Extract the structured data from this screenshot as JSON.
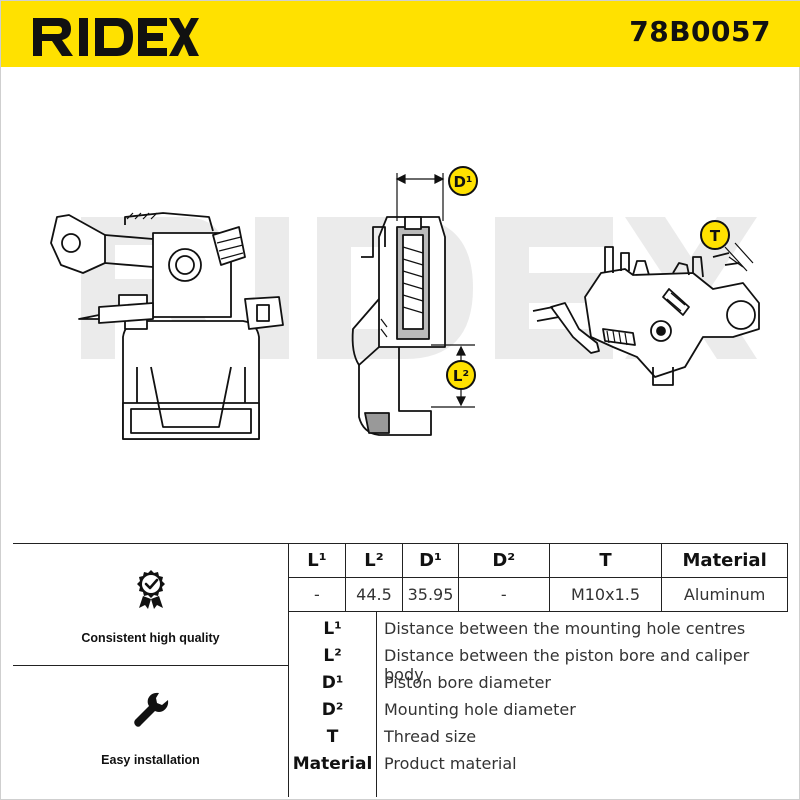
{
  "header": {
    "brand": "RIDEX",
    "part_number": "78B0057",
    "background_color": "#ffe100"
  },
  "drawing": {
    "watermark": "RIDEX",
    "callouts": {
      "d1": "D¹",
      "l2": "L²",
      "t": "T"
    }
  },
  "features": [
    {
      "icon": "quality-check-badge-icon",
      "label": "Consistent high quality"
    },
    {
      "icon": "wrench-icon",
      "label": "Easy installation"
    }
  ],
  "spec_table": {
    "headers": [
      "L¹",
      "L²",
      "D¹",
      "D²",
      "T",
      "Material"
    ],
    "values": [
      "-",
      "44.5",
      "35.95",
      "-",
      "M10x1.5",
      "Aluminum"
    ]
  },
  "legend": [
    {
      "key": "L¹",
      "text": "Distance between the mounting hole centres"
    },
    {
      "key": "L²",
      "text": "Distance between the piston bore and caliper body"
    },
    {
      "key": "D¹",
      "text": "Piston bore diameter"
    },
    {
      "key": "D²",
      "text": "Mounting hole diameter"
    },
    {
      "key": "T",
      "text": "Thread size"
    },
    {
      "key": "Material",
      "text": "Product material"
    }
  ]
}
